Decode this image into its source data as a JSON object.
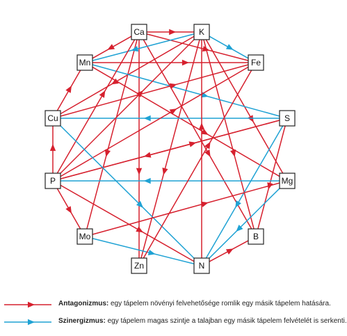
{
  "colors": {
    "antagonism": "#d6202e",
    "synergism": "#1fa2d4"
  },
  "nodes": [
    {
      "id": "Ca",
      "label": "Ca"
    },
    {
      "id": "K",
      "label": "K"
    },
    {
      "id": "Mn",
      "label": "Mn"
    },
    {
      "id": "Fe",
      "label": "Fe"
    },
    {
      "id": "Cu",
      "label": "Cu"
    },
    {
      "id": "S",
      "label": "S"
    },
    {
      "id": "P",
      "label": "P"
    },
    {
      "id": "Mg",
      "label": "Mg"
    },
    {
      "id": "Mo",
      "label": "Mo"
    },
    {
      "id": "B",
      "label": "B"
    },
    {
      "id": "Zn",
      "label": "Zn"
    },
    {
      "id": "N",
      "label": "N"
    }
  ],
  "edges": [
    {
      "from": "Ca",
      "to": "K",
      "type": "antagonism"
    },
    {
      "from": "Ca",
      "to": "Mn",
      "type": "antagonism"
    },
    {
      "from": "Ca",
      "to": "Fe",
      "type": "antagonism"
    },
    {
      "from": "Ca",
      "to": "Zn",
      "type": "antagonism"
    },
    {
      "from": "Ca",
      "to": "B",
      "type": "antagonism"
    },
    {
      "from": "Ca",
      "to": "Mo",
      "type": "antagonism"
    },
    {
      "from": "K",
      "to": "Mn",
      "type": "synergism"
    },
    {
      "from": "K",
      "to": "Fe",
      "type": "synergism"
    },
    {
      "from": "K",
      "to": "Mg",
      "type": "antagonism"
    },
    {
      "from": "K",
      "to": "B",
      "type": "antagonism"
    },
    {
      "from": "K",
      "to": "Zn",
      "type": "antagonism"
    },
    {
      "from": "K",
      "to": "Cu",
      "type": "antagonism"
    },
    {
      "from": "Mn",
      "to": "Fe",
      "type": "antagonism"
    },
    {
      "from": "Mn",
      "to": "S",
      "type": "synergism"
    },
    {
      "from": "Mn",
      "to": "Mg",
      "type": "antagonism"
    },
    {
      "from": "Cu",
      "to": "Mn",
      "type": "antagonism"
    },
    {
      "from": "Cu",
      "to": "Fe",
      "type": "antagonism"
    },
    {
      "from": "S",
      "to": "Cu",
      "type": "synergism"
    },
    {
      "from": "S",
      "to": "P",
      "type": "antagonism"
    },
    {
      "from": "S",
      "to": "B",
      "type": "antagonism"
    },
    {
      "from": "S",
      "to": "N",
      "type": "synergism"
    },
    {
      "from": "P",
      "to": "Cu",
      "type": "antagonism"
    },
    {
      "from": "P",
      "to": "Fe",
      "type": "antagonism"
    },
    {
      "from": "P",
      "to": "K",
      "type": "antagonism"
    },
    {
      "from": "P",
      "to": "Ca",
      "type": "antagonism"
    },
    {
      "from": "P",
      "to": "Mo",
      "type": "antagonism"
    },
    {
      "from": "P",
      "to": "S",
      "type": "antagonism"
    },
    {
      "from": "P",
      "to": "N",
      "type": "antagonism"
    },
    {
      "from": "Mg",
      "to": "P",
      "type": "synergism"
    },
    {
      "from": "Mg",
      "to": "N",
      "type": "synergism"
    },
    {
      "from": "Cu",
      "to": "N",
      "type": "synergism"
    },
    {
      "from": "Mo",
      "to": "N",
      "type": "synergism"
    },
    {
      "from": "Mo",
      "to": "Mg",
      "type": "antagonism"
    },
    {
      "from": "N",
      "to": "K",
      "type": "antagonism"
    },
    {
      "from": "N",
      "to": "B",
      "type": "antagonism"
    },
    {
      "from": "Zn",
      "to": "Fe",
      "type": "antagonism"
    }
  ],
  "legend": {
    "antagonism": {
      "term": "Antagonizmus:",
      "text": " egy tápelem növényi felvehetősége romlik egy másik tápelem hatására."
    },
    "synergism": {
      "term": "Szinergizmus:",
      "text": " egy tápelem magas szintje a talajban egy másik tápelem felvételét is serkenti."
    }
  }
}
